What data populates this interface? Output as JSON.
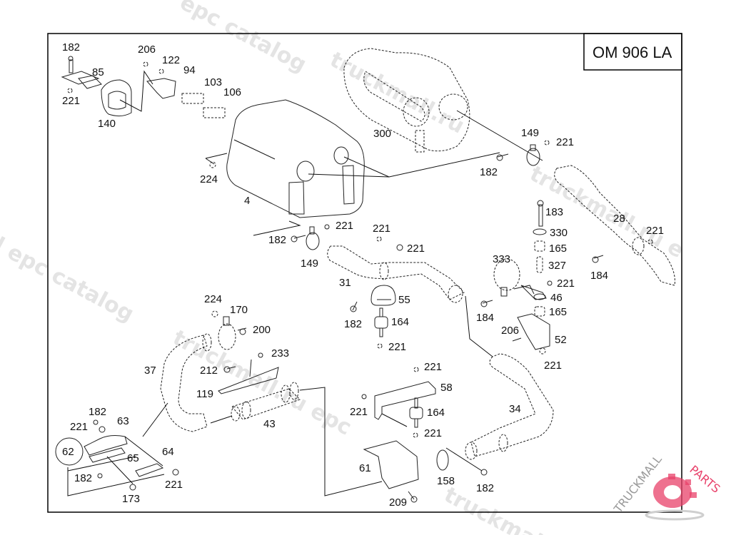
{
  "diagram": {
    "engine_label": "OM 906 LA",
    "watermark_text": "truckmall.ru epc catalog",
    "watermarks": [
      "epc catalog",
      "truckmall.ru",
      "epc catalog",
      "l epc catalog",
      "truckmall.ru e",
      "truckmall.ru epc",
      "epc catalog",
      "truckmall.ru epc catalog",
      "truckmall"
    ],
    "logo": {
      "text_main": "TRUCKMALL",
      "text_accent": "PARTS",
      "accent_color": "#e8416a"
    },
    "callouts": [
      {
        "id": "c182a",
        "text": "182"
      },
      {
        "id": "c85",
        "text": "85"
      },
      {
        "id": "c221a",
        "text": "221"
      },
      {
        "id": "c140",
        "text": "140"
      },
      {
        "id": "c206a",
        "text": "206"
      },
      {
        "id": "c122",
        "text": "122"
      },
      {
        "id": "c94",
        "text": "94"
      },
      {
        "id": "c103",
        "text": "103"
      },
      {
        "id": "c106",
        "text": "106"
      },
      {
        "id": "c224a",
        "text": "224"
      },
      {
        "id": "c4",
        "text": "4"
      },
      {
        "id": "c300",
        "text": "300"
      },
      {
        "id": "c149a",
        "text": "149"
      },
      {
        "id": "c221b",
        "text": "221"
      },
      {
        "id": "c182b",
        "text": "182"
      },
      {
        "id": "c183",
        "text": "183"
      },
      {
        "id": "c28",
        "text": "28"
      },
      {
        "id": "c330",
        "text": "330"
      },
      {
        "id": "c165a",
        "text": "165"
      },
      {
        "id": "c221c",
        "text": "221"
      },
      {
        "id": "c327",
        "text": "327"
      },
      {
        "id": "c184a",
        "text": "184"
      },
      {
        "id": "c221d",
        "text": "221"
      },
      {
        "id": "c46",
        "text": "46"
      },
      {
        "id": "c165b",
        "text": "165"
      },
      {
        "id": "c333",
        "text": "333"
      },
      {
        "id": "c184b",
        "text": "184"
      },
      {
        "id": "c206b",
        "text": "206"
      },
      {
        "id": "c52",
        "text": "52"
      },
      {
        "id": "c221e",
        "text": "221"
      },
      {
        "id": "c182c",
        "text": "182"
      },
      {
        "id": "c221f",
        "text": "221"
      },
      {
        "id": "c149b",
        "text": "149"
      },
      {
        "id": "c221g",
        "text": "221"
      },
      {
        "id": "c221h",
        "text": "221"
      },
      {
        "id": "c31",
        "text": "31"
      },
      {
        "id": "c55",
        "text": "55"
      },
      {
        "id": "c182d",
        "text": "182"
      },
      {
        "id": "c164a",
        "text": "164"
      },
      {
        "id": "c221i",
        "text": "221"
      },
      {
        "id": "c224b",
        "text": "224"
      },
      {
        "id": "c170",
        "text": "170"
      },
      {
        "id": "c200",
        "text": "200"
      },
      {
        "id": "c233",
        "text": "233"
      },
      {
        "id": "c37",
        "text": "37"
      },
      {
        "id": "c212",
        "text": "212"
      },
      {
        "id": "c119",
        "text": "119"
      },
      {
        "id": "c43",
        "text": "43"
      },
      {
        "id": "c221j",
        "text": "221"
      },
      {
        "id": "c58",
        "text": "58"
      },
      {
        "id": "c221k",
        "text": "221"
      },
      {
        "id": "c164b",
        "text": "164"
      },
      {
        "id": "c221l",
        "text": "221"
      },
      {
        "id": "c61",
        "text": "61"
      },
      {
        "id": "c209",
        "text": "209"
      },
      {
        "id": "c158",
        "text": "158"
      },
      {
        "id": "c182e",
        "text": "182"
      },
      {
        "id": "c34",
        "text": "34"
      },
      {
        "id": "c182f",
        "text": "182"
      },
      {
        "id": "c63",
        "text": "63"
      },
      {
        "id": "c221m",
        "text": "221"
      },
      {
        "id": "c62",
        "text": "62"
      },
      {
        "id": "c65",
        "text": "65"
      },
      {
        "id": "c64",
        "text": "64"
      },
      {
        "id": "c182g",
        "text": "182"
      },
      {
        "id": "c221n",
        "text": "221"
      },
      {
        "id": "c173",
        "text": "173"
      }
    ]
  }
}
